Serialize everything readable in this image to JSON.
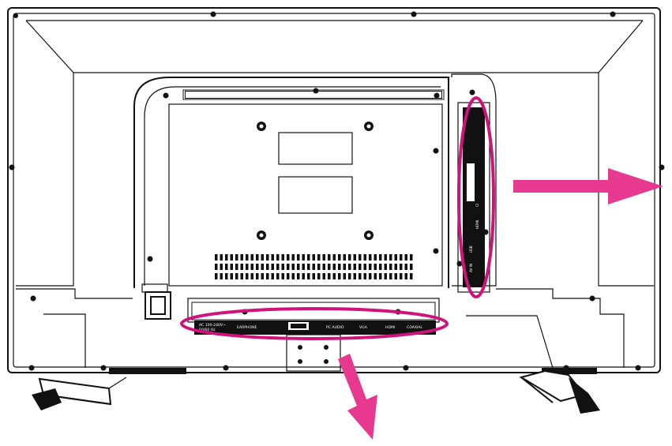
{
  "bottom_panel": {
    "power_label_line1": "AC 100-240V~",
    "power_label_line2": "50/60 Hz",
    "earphone_label": "EARPHONE",
    "pc_audio_label": "PC AUDIO",
    "vga_label": "VGA",
    "hdmi_label": "HDMI",
    "coaxial_label": "COAXIAL"
  },
  "side_panel": {
    "usb_label": "USB",
    "av_label": "AV IN",
    "ci_label": "CI",
    "hdmi_label": "HDMI"
  },
  "colors": {
    "highlight": "#d0137a",
    "arrow": "#e6398f",
    "line": "#111111"
  }
}
